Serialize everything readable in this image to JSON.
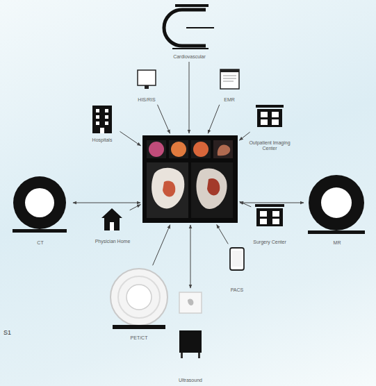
{
  "diagram": {
    "nodes": [
      {
        "text": [
          "Cardiovascular"
        ]
      },
      {
        "text": [
          "HIS/RIS"
        ]
      },
      {
        "text": [
          "EMR"
        ]
      },
      {
        "text": [
          "Hospitals"
        ]
      },
      {
        "text": [
          "Outpatient Imaging Center"
        ]
      },
      {
        "text": [
          "CT"
        ]
      },
      {
        "text": []
      },
      {
        "text": [
          "MR"
        ]
      },
      {
        "text": [
          "Physician Home"
        ]
      },
      {
        "text": [
          "Surgery Center"
        ]
      },
      {
        "text": [
          "PET/CT"
        ]
      },
      {
        "text": [
          "PACS"
        ]
      },
      {
        "text": [
          "Ultrasound"
        ]
      }
    ],
    "edges": [
      {
        "from": 0,
        "to": 6,
        "arrow": "to"
      },
      {
        "from": 1,
        "to": 6,
        "arrow": "to"
      },
      {
        "from": 2,
        "to": 6,
        "arrow": "to"
      },
      {
        "from": 3,
        "to": 6,
        "arrow": "to"
      },
      {
        "from": 4,
        "to": 6,
        "arrow": "to"
      },
      {
        "from": 5,
        "to": 6,
        "arrow": "both"
      },
      {
        "from": 7,
        "to": 6,
        "arrow": "both"
      },
      {
        "from": 8,
        "to": 6,
        "arrow": "to"
      },
      {
        "from": 9,
        "to": 6,
        "arrow": "to"
      },
      {
        "from": 10,
        "to": 6,
        "arrow": "to"
      },
      {
        "from": 11,
        "to": 6,
        "arrow": "to"
      },
      {
        "from": 12,
        "to": 6,
        "arrow": "both"
      }
    ],
    "labels": [
      "S1"
    ]
  }
}
